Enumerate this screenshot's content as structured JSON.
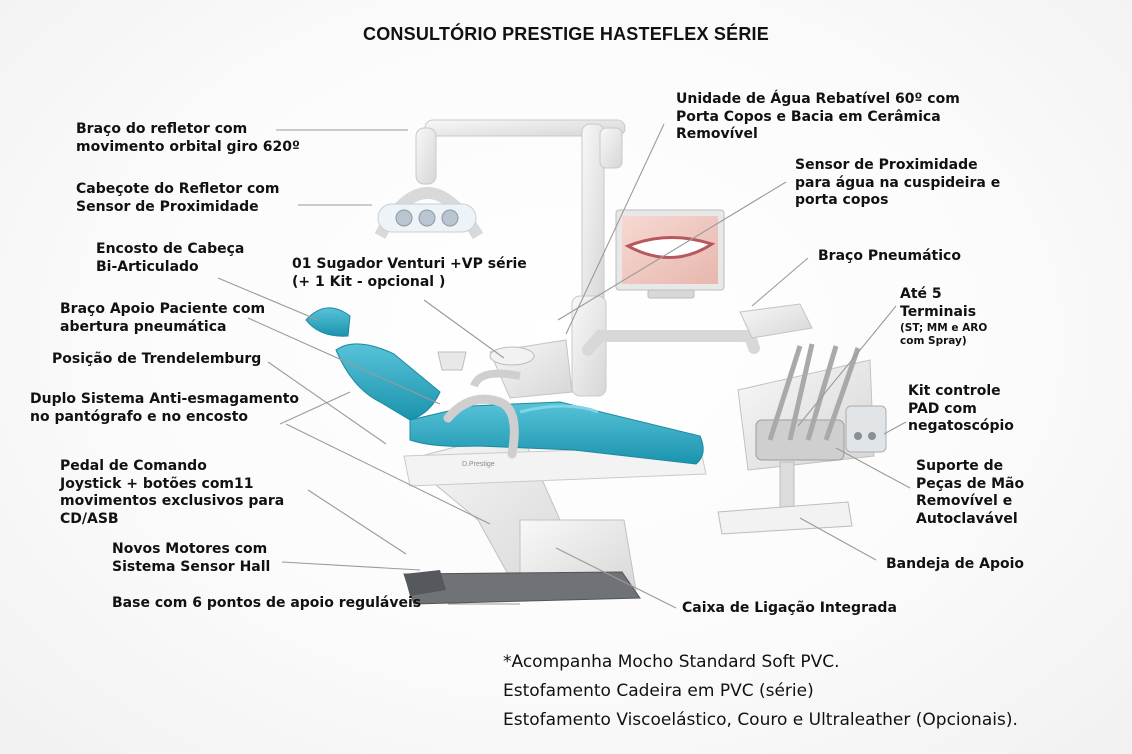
{
  "title": "CONSULTÓRIO PRESTIGE HASTEFLEX SÉRIE",
  "labels": {
    "braco_refletor": [
      "Braço do refletor com",
      "movimento orbital giro 620º"
    ],
    "cabecote_refletor": [
      "Cabeçote do Refletor com",
      "Sensor de Proximidade"
    ],
    "encosto_cabeca": [
      "Encosto de Cabeça",
      "Bi-Articulado"
    ],
    "sugador": [
      "01 Sugador Venturi +VP série",
      "(+ 1 Kit - opcional )"
    ],
    "braco_apoio": [
      "Braço Apoio Paciente com",
      "abertura pneumática"
    ],
    "trendelemburg": [
      "Posição de Trendelemburg"
    ],
    "duplo_sistema": [
      "Duplo Sistema Anti-esmagamento",
      "no pantógrafo e no encosto"
    ],
    "pedal": [
      "Pedal de Comando",
      "Joystick + botões com11",
      "movimentos exclusivos para",
      "CD/ASB"
    ],
    "motores": [
      "Novos Motores com",
      "Sistema Sensor Hall"
    ],
    "base": [
      "Base com 6 pontos de apoio reguláveis"
    ],
    "caixa": [
      "Caixa de Ligação Integrada"
    ],
    "unidade_agua": [
      "Unidade de Água Rebatível 60º com",
      "Porta Copos e Bacia em Cerâmica",
      "Removível"
    ],
    "sensor_agua": [
      "Sensor de Proximidade",
      "para água na cuspideira e",
      "porta copos"
    ],
    "braco_pneumatico": [
      "Braço Pneumático"
    ],
    "terminais": [
      "Até 5",
      "Terminais"
    ],
    "terminais_note": [
      "(ST; MM e ARO",
      "com Spray)"
    ],
    "kit_controle": [
      "Kit controle",
      "PAD com",
      "negatoscópio"
    ],
    "suporte_pecas": [
      "Suporte de",
      "Peças de Mão",
      "Removível e",
      "Autoclavável"
    ],
    "bandeja": [
      "Bandeja de Apoio"
    ]
  },
  "footer": [
    "*Acompanha Mocho Standard Soft PVC.",
    "Estofamento  Cadeira em PVC (série)",
    "Estofamento Viscoelástico,  Couro e Ultraleather  (Opcionais)."
  ],
  "brand_text": "D.Prestige",
  "colors": {
    "upholstery": "#29a9c4",
    "upholstery_dark": "#168aa3",
    "body_white": "#ebebeb",
    "base_gray": "#6f7378",
    "leader": "#9a9a9a"
  }
}
